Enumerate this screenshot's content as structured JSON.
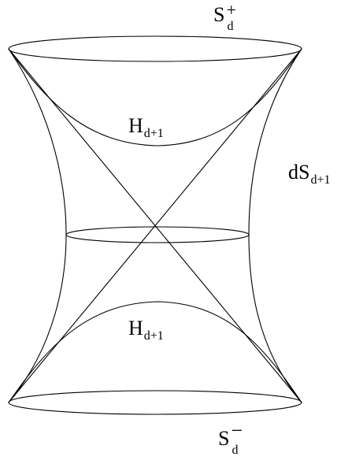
{
  "labels": {
    "top_boundary": {
      "main": "S",
      "sup": "+",
      "sub": "d"
    },
    "bottom_boundary": {
      "main": "S",
      "sup": "−",
      "sub": "d"
    },
    "upper_hyperboloid": {
      "main": "H",
      "sub": "d+1"
    },
    "lower_hyperboloid": {
      "main": "H",
      "sub": "d+1"
    },
    "de_sitter": {
      "main": "dS",
      "sub": "d+1"
    }
  },
  "colors": {
    "stroke": "#000000",
    "background": "#ffffff"
  }
}
